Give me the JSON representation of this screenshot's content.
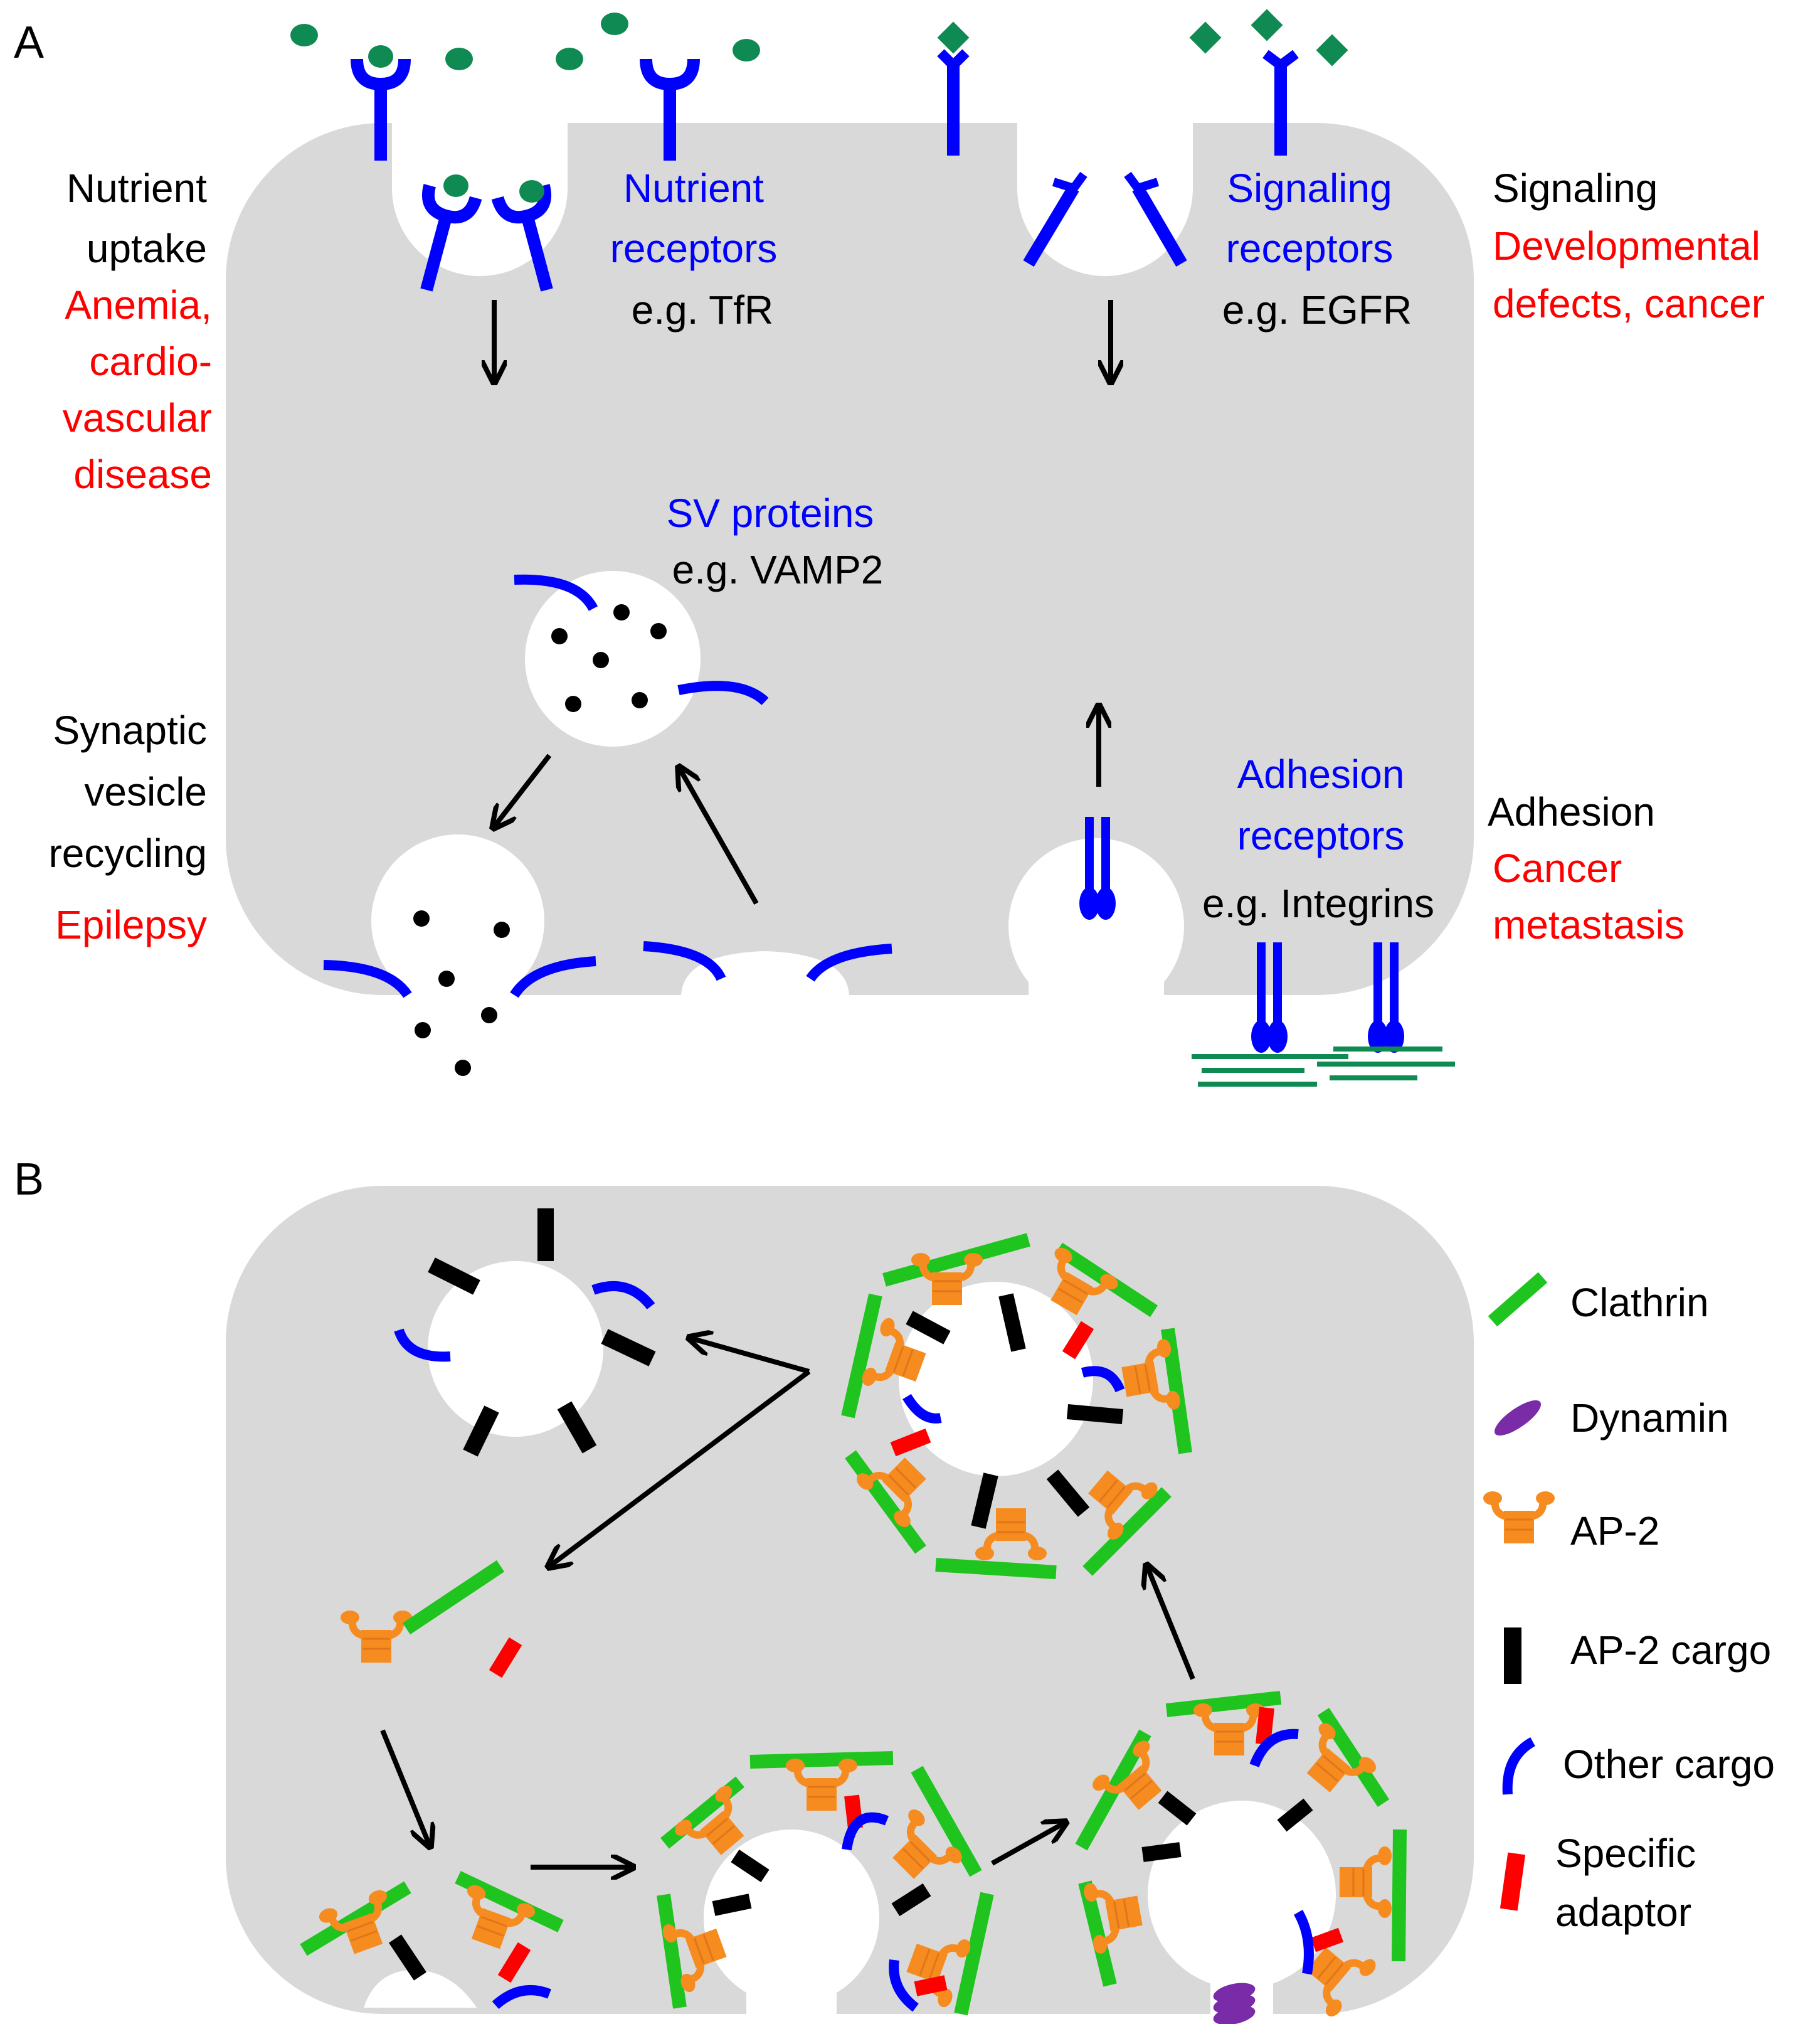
{
  "colors": {
    "cell": "#d9d9d9",
    "receptor": "#0000ff",
    "ligand": "#0f8a52",
    "process": "#000000",
    "disease": "#ff0000",
    "clathrin": "#1fc41f",
    "dynamin": "#7a2ba8",
    "ap2": "#f68b1f",
    "ap2_cargo": "#000000",
    "other_cargo": "#0000ff",
    "specific_adaptor": "#ff0000",
    "vesicle": "#ffffff"
  },
  "panel_a": {
    "letter": "A",
    "nutrient": {
      "process": [
        "Nutrient",
        "uptake"
      ],
      "disease": [
        "Anemia,",
        "cardio-",
        "vascular",
        "disease"
      ],
      "receptor": [
        "Nutrient",
        "receptors"
      ],
      "example": "e.g. TfR"
    },
    "signaling": {
      "process": [
        "Signaling"
      ],
      "disease": [
        "Developmental",
        "defects, cancer"
      ],
      "receptor": [
        "Signaling",
        "receptors"
      ],
      "example": "e.g. EGFR"
    },
    "synaptic": {
      "process": [
        "Synaptic",
        "vesicle",
        "recycling"
      ],
      "disease": [
        "Epilepsy"
      ],
      "receptor": [
        "SV proteins"
      ],
      "example": "e.g. VAMP2"
    },
    "adhesion": {
      "process": [
        "Adhesion"
      ],
      "disease": [
        "Cancer",
        "metastasis"
      ],
      "receptor": [
        "Adhesion",
        "receptors"
      ],
      "example": "e.g. Integrins"
    }
  },
  "panel_b": {
    "letter": "B",
    "legend": [
      {
        "key": "clathrin",
        "label": [
          "Clathrin"
        ],
        "icon": "clathrin-bar-icon"
      },
      {
        "key": "dynamin",
        "label": [
          "Dynamin"
        ],
        "icon": "dynamin-ellipse-icon"
      },
      {
        "key": "ap2",
        "label": [
          "AP-2"
        ],
        "icon": "ap2-complex-icon"
      },
      {
        "key": "ap2_cargo",
        "label": [
          "AP-2 cargo"
        ],
        "icon": "ap2-cargo-bar-icon"
      },
      {
        "key": "other_cargo",
        "label": [
          "Other cargo"
        ],
        "icon": "other-cargo-arc-icon"
      },
      {
        "key": "specific_adaptor",
        "label": [
          "Specific",
          "adaptor"
        ],
        "icon": "specific-adaptor-bar-icon"
      }
    ]
  }
}
